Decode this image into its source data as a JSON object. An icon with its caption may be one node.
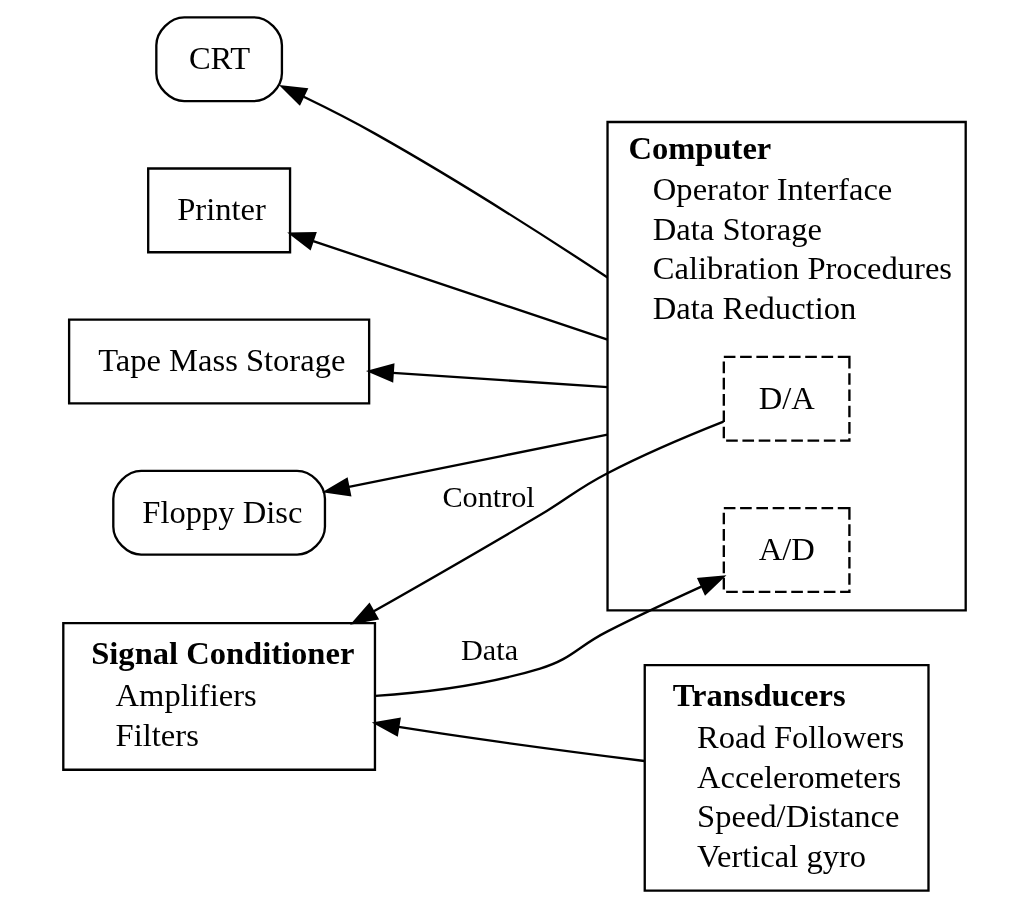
{
  "diagram": {
    "nodes": [
      {
        "text": [
          "Computer",
          "Operator Interface",
          "Data Storage",
          "Calibration Procedures",
          "Data Reduction"
        ]
      },
      {
        "text": [
          "D/A"
        ],
        "in": 0
      },
      {
        "text": [
          "A/D"
        ],
        "in": 0
      },
      {
        "text": [
          "CRT"
        ]
      },
      {
        "text": [
          "Printer"
        ]
      },
      {
        "text": [
          "Tape Mass Storage"
        ]
      },
      {
        "text": [
          "Floppy Disc"
        ]
      },
      {
        "text": [
          "Transducers",
          "Road Followers",
          "Accelerometers",
          "Speed/Distance",
          "Vertical gyro"
        ]
      },
      {
        "text": [
          "Signal Conditioner",
          "Amplifiers",
          "Filters"
        ]
      }
    ],
    "edges": [
      {
        "from": 0,
        "to": 3,
        "arrow": "to"
      },
      {
        "from": 0,
        "to": 4,
        "arrow": "to"
      },
      {
        "from": 0,
        "to": 5,
        "arrow": "to"
      },
      {
        "from": 0,
        "to": 6,
        "arrow": "to"
      },
      {
        "from": 1,
        "to": 8,
        "arrow": "to",
        "label": "Control"
      },
      {
        "from": 8,
        "to": 2,
        "arrow": "to",
        "label": "Data"
      },
      {
        "from": 7,
        "to": 8,
        "arrow": "to"
      }
    ]
  }
}
